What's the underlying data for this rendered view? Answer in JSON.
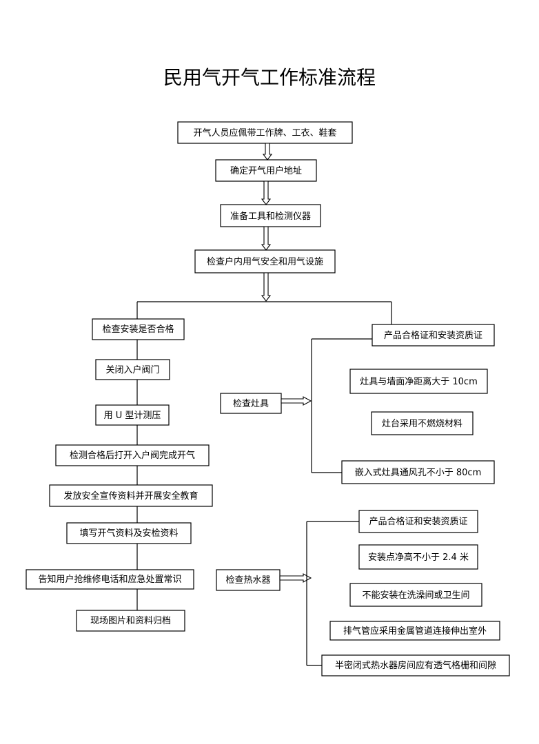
{
  "title": "民用气开气工作标准流程",
  "main_flow": [
    "开气人员应佩带工作牌、工衣、鞋套",
    "确定开气用户地址",
    "准备工具和检测仪器",
    "检查户内用气安全和用气设施"
  ],
  "left_flow": [
    "检查安装是否合格",
    "关闭入户阀门",
    "用 U 型计测压",
    "检测合格后打开入户阀完成开气",
    "发放安全宣传资料并开展安全教育",
    "填写开气资料及安检资料",
    "告知用户抢维修电话和应急处置常识",
    "现场图片和资料归档"
  ],
  "stove": {
    "label": "检查灶具",
    "items": [
      "产品合格证和安装资质证",
      "灶具与墙面净距离大于 10cm",
      "灶台采用不燃烧材料",
      "嵌入式灶具通风孔不小于 80cm"
    ]
  },
  "heater": {
    "label": "检查热水器",
    "items": [
      "产品合格证和安装资质证",
      "安装点净高不小于 2.4 米",
      "不能安装在洗澡间或卫生间",
      "排气管应采用金属管道连接伸出室外",
      "半密闭式热水器房间应有透气格栅和间隙"
    ]
  }
}
